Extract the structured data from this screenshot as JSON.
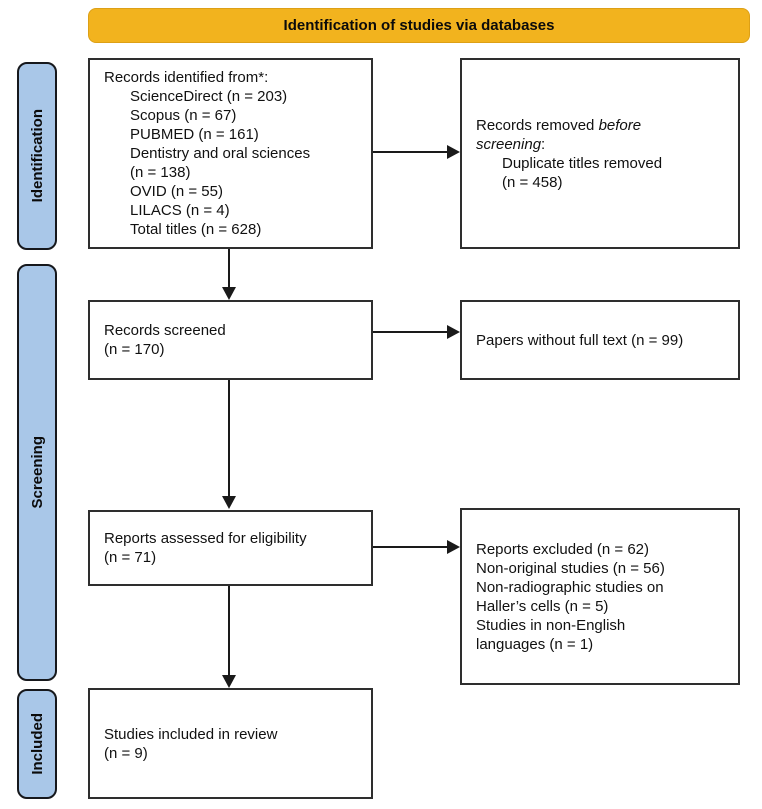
{
  "banner": {
    "label": "Identification of studies via databases"
  },
  "stages": {
    "identification": {
      "label": "Identification"
    },
    "screening": {
      "label": "Screening"
    },
    "included": {
      "label": "Included"
    }
  },
  "boxes": {
    "records_identified": {
      "lines": [
        {
          "segments": [
            {
              "t": "Records identified from*:"
            }
          ]
        },
        {
          "indent": true,
          "segments": [
            {
              "t": "ScienceDirect (n = 203)"
            }
          ]
        },
        {
          "indent": true,
          "segments": [
            {
              "t": "Scopus (n = 67)"
            }
          ]
        },
        {
          "indent": true,
          "segments": [
            {
              "t": "PUBMED (n = 161)"
            }
          ]
        },
        {
          "indent": true,
          "segments": [
            {
              "t": "Dentistry and oral sciences"
            }
          ]
        },
        {
          "indent": true,
          "segments": [
            {
              "t": "(n = 138)"
            }
          ]
        },
        {
          "indent": true,
          "segments": [
            {
              "t": "OVID (n = 55)"
            }
          ]
        },
        {
          "indent": true,
          "segments": [
            {
              "t": "LILACS (n = 4)"
            }
          ]
        },
        {
          "indent": true,
          "segments": [
            {
              "t": "Total titles (n = 628)"
            }
          ]
        }
      ]
    },
    "records_removed": {
      "lines": [
        {
          "segments": [
            {
              "t": "Records removed "
            },
            {
              "t": "before",
              "italic": true
            }
          ]
        },
        {
          "segments": [
            {
              "t": "screening",
              "italic": true
            },
            {
              "t": ":"
            }
          ]
        },
        {
          "indent": true,
          "segments": [
            {
              "t": "Duplicate titles removed"
            }
          ]
        },
        {
          "indent": true,
          "segments": [
            {
              "t": "(n = 458)"
            }
          ]
        }
      ]
    },
    "records_screened": {
      "lines": [
        {
          "segments": [
            {
              "t": "Records screened"
            }
          ]
        },
        {
          "segments": [
            {
              "t": "(n = 170)"
            }
          ]
        }
      ]
    },
    "papers_without_full_text": {
      "lines": [
        {
          "segments": [
            {
              "t": "Papers without full text (n = 99)"
            }
          ]
        }
      ]
    },
    "reports_assessed": {
      "lines": [
        {
          "segments": [
            {
              "t": "Reports assessed for eligibility"
            }
          ]
        },
        {
          "segments": [
            {
              "t": "(n = 71)"
            }
          ]
        }
      ]
    },
    "reports_excluded": {
      "lines": [
        {
          "segments": [
            {
              "t": "Reports excluded (n = 62)"
            }
          ]
        },
        {
          "segments": [
            {
              "t": "Non-original studies (n = 56)"
            }
          ]
        },
        {
          "segments": [
            {
              "t": "Non-radiographic studies on"
            }
          ]
        },
        {
          "segments": [
            {
              "t": "Haller’s cells (n = 5)"
            }
          ]
        },
        {
          "segments": [
            {
              "t": "Studies in non-English"
            }
          ]
        },
        {
          "segments": [
            {
              "t": "languages (n = 1)"
            }
          ]
        }
      ]
    },
    "studies_included": {
      "lines": [
        {
          "segments": [
            {
              "t": "Studies included in review"
            }
          ]
        },
        {
          "segments": [
            {
              "t": "(n = 9)"
            }
          ]
        }
      ]
    }
  },
  "colors": {
    "banner_bg": "#F2B31E",
    "banner_border": "#DDA016",
    "stage_bg": "#A9C7E8",
    "arrow": "#1A1A1A"
  }
}
